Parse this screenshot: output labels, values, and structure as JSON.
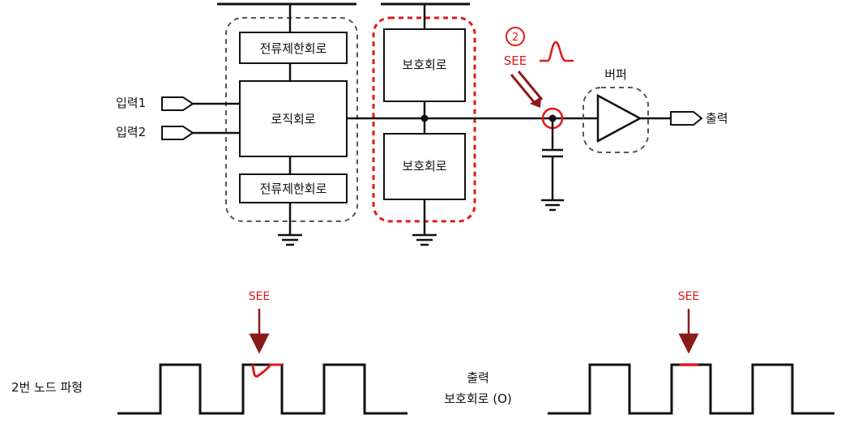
{
  "circuit": {
    "current_limit_top": "전류제한회로",
    "current_limit_bottom": "전류제한회로",
    "logic": "로직회로",
    "protection_top": "보호회로",
    "protection_bottom": "보호회로",
    "input1": "입력1",
    "input2": "입력2",
    "output": "출력",
    "buffer": "버퍼",
    "node_marker": "2",
    "see": "SEE"
  },
  "waveforms": {
    "left_label": "2번 노드 파형",
    "left_see": "SEE",
    "right_label_line1": "출력",
    "right_label_line2": "보호회로 (O)",
    "right_see": "SEE"
  },
  "colors": {
    "accent_red": "#e01818",
    "arrow_dark_red": "#8b1a1a",
    "dashed_gray": "#555555",
    "line": "#111111"
  }
}
